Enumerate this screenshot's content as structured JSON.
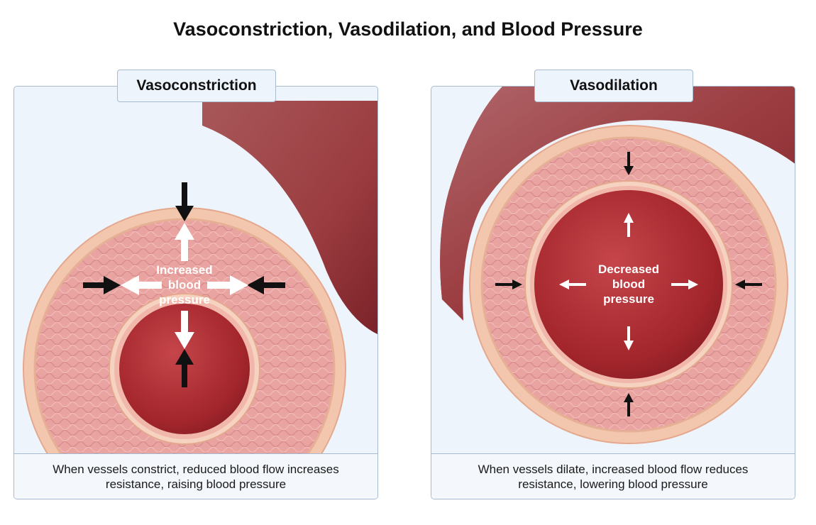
{
  "title": "Vasoconstriction, Vasodilation, and Blood Pressure",
  "panels": [
    {
      "tab": "Vasoconstriction",
      "lumen_label": [
        "Increased",
        "blood",
        "pressure"
      ],
      "caption": "When vessels constrict, reduced blood flow increases resistance, raising blood pressure"
    },
    {
      "tab": "Vasodilation",
      "lumen_label": [
        "Decreased",
        "blood",
        "pressure"
      ],
      "caption": "When vessels dilate, increased blood flow reduces resistance, lowering blood pressure"
    }
  ],
  "colors": {
    "background": "#eef4fb",
    "border": "#a9bccf",
    "vessel_outer": "#f3c7ae",
    "vessel_muscle": "#e9a3a0",
    "lumen": "#a8262c"
  }
}
